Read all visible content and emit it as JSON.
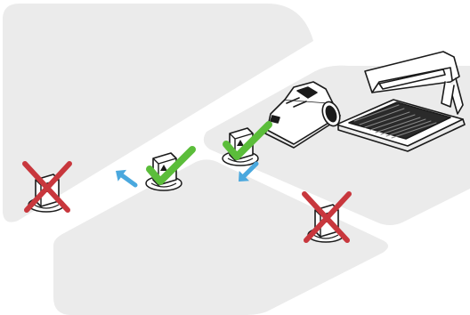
{
  "colors": {
    "background": "#ffffff",
    "zone": "#ebebeb",
    "ink": "#1a1a1a",
    "check": "#5bbd3a",
    "cross": "#c8373d",
    "arrow": "#4aa8de"
  },
  "icons": {
    "station_marker": "numbered-flag-icon",
    "mower": "robotic-lawn-mower-icon",
    "charging_station": "charging-station-icon",
    "correct_mark": "check-mark-icon",
    "incorrect_mark": "cross-mark-icon",
    "direction": "arrow-icon"
  },
  "diagram": {
    "markers": [
      {
        "id": "left-edge",
        "status": "incorrect"
      },
      {
        "id": "passage-left",
        "status": "correct"
      },
      {
        "id": "passage-right",
        "status": "correct"
      },
      {
        "id": "lower-right",
        "status": "incorrect"
      }
    ],
    "arrows": [
      {
        "id": "arrow-up-left",
        "direction": "up-left"
      },
      {
        "id": "arrow-down-left",
        "direction": "down-left"
      }
    ]
  }
}
